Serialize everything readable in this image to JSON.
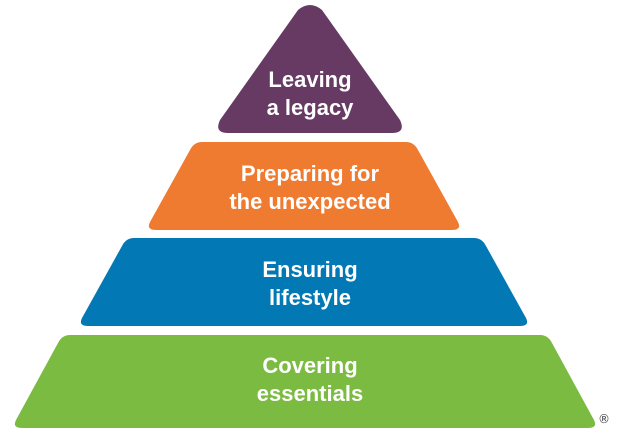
{
  "tiers": [
    {
      "line1": "Leaving",
      "line2": "a legacy",
      "color": "#673a63"
    },
    {
      "line1": "Preparing for",
      "line2": "the unexpected",
      "color": "#ef7b30"
    },
    {
      "line1": "Ensuring",
      "line2": "lifestyle",
      "color": "#0279b4"
    },
    {
      "line1": "Covering",
      "line2": "essentials",
      "color": "#7bbb42"
    }
  ],
  "registered_mark": "®"
}
